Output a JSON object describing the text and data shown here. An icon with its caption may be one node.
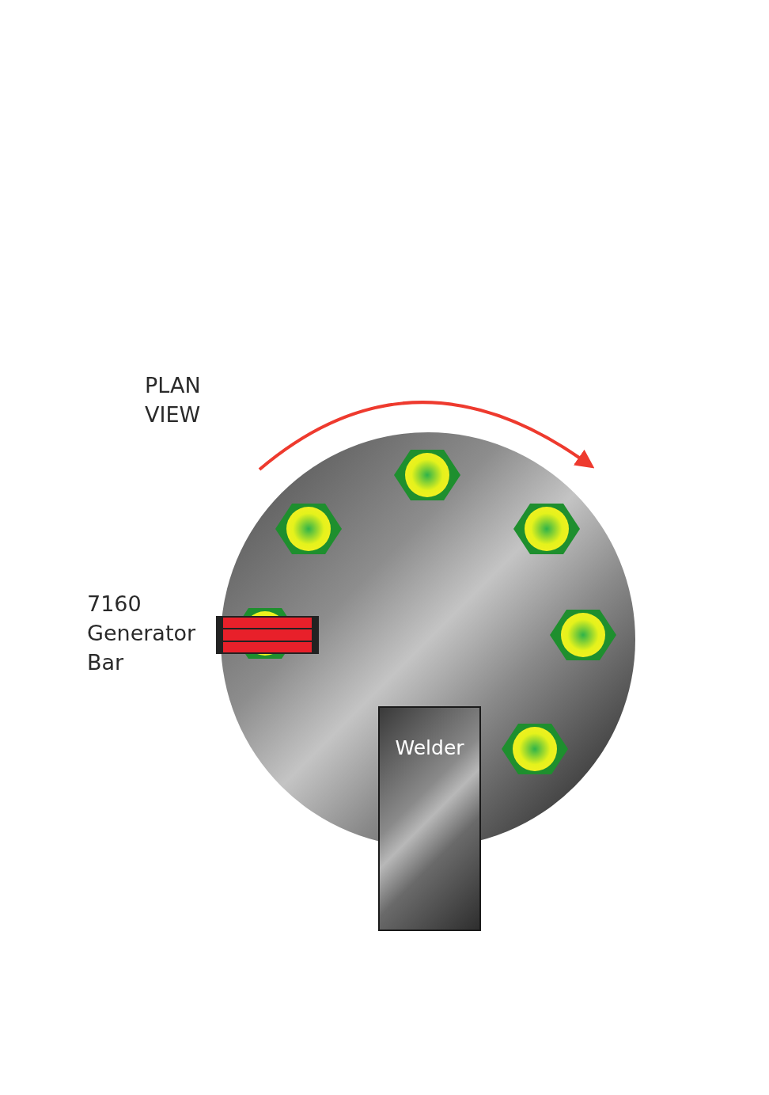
{
  "diagram": {
    "nodes": [
      {
        "text": [
          "Welder"
        ]
      }
    ],
    "labels": [
      "PLAN VIEW",
      "7160 Generator Bar"
    ]
  }
}
